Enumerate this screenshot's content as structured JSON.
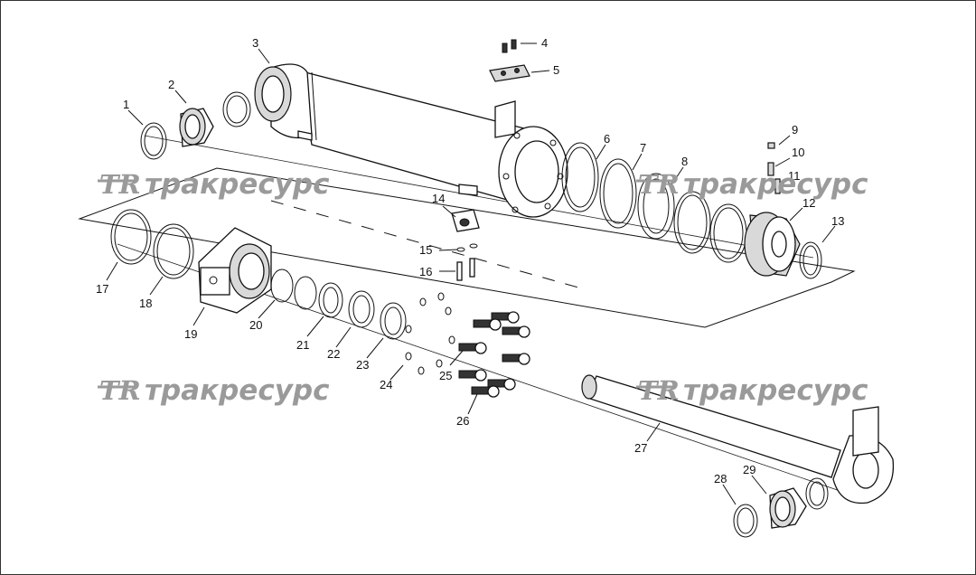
{
  "diagram": {
    "watermark": {
      "logo": "TR",
      "text": "тракресурс"
    },
    "callouts": [
      "1",
      "2",
      "3",
      "4",
      "5",
      "6",
      "7",
      "8",
      "9",
      "10",
      "11",
      "12",
      "13",
      "14",
      "15",
      "16",
      "17",
      "18",
      "19",
      "20",
      "21",
      "22",
      "23",
      "24",
      "25",
      "26",
      "27",
      "28",
      "29"
    ]
  }
}
